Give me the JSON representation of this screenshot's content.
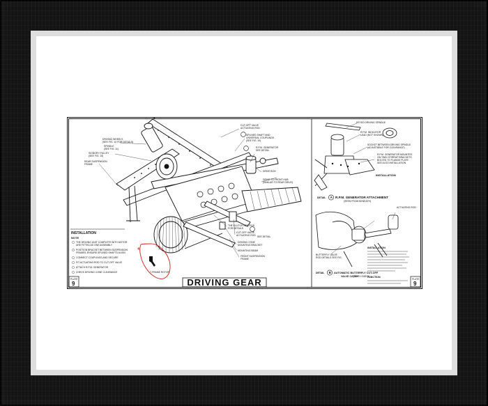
{
  "drawing": {
    "title": "DRIVING GEAR",
    "plate_number_left": "9",
    "plate_number_right": "9",
    "plate_label_left": "PLATE",
    "plate_label_right": "PLATE",
    "callouts_main": [
      "DRIVING WHEELS",
      "(SEE FIG. 10 FOR DETAILS)",
      "SPINDLE",
      "(SEE FIG. 11)",
      "SIGNORY PULLEY",
      "(SEE FIG. 10)",
      "REAR SUSPENSION",
      "FRAME",
      "CUT-OFF VALVE",
      "ACTUATING ROD",
      "SPLINED SHAFT AND",
      "UNIVERSAL COUPLINGS",
      "(SEE FIG. 10)",
      "R.P.M. GENERATOR",
      "SEE DETAIL",
      "DRIVE BOX",
      "DRIVE TO FRONT HUB",
      "(SIMILAR TO REAR DRIVE)",
      "THE CLUTCH SEE FIGS.",
      "FOR DETAILS",
      "CUT-OFF VALVE",
      "ACTUATING ROD",
      "SEE DETAIL",
      "DRIVING CONE",
      "MOUNTING BRACKET",
      "MOUNTING BEAM",
      "FRONT SUSPENSION",
      "FRAME"
    ],
    "detail_a_title": "R.P.M. GENERATOR ATTACHMENT",
    "detail_a_sub": "(SEEN FROM BENEATH)",
    "detail_a_label": "DETAIL",
    "detail_a_letter": "A",
    "detail_b_title": "AUTOMATIC BUTTERFLY CUT-OFF",
    "detail_b_sub": "VALVE CATCH",
    "detail_b_sub2": "(BOTH SIDES)",
    "detail_b_label": "DETAIL",
    "detail_b_letter": "B",
    "detail_callouts": [
      "KEYED DRIVING SPINDLE",
      "R.P.M. INDICATOR",
      "LEAD (NOT SHOWN)",
      "SOCKET BETWEEN DRIVING SPINDLE",
      "(ADJUSTABLE FOR CLEARANCE)",
      "R.P.M. GENERATOR MOUNTED",
      "ON TWIN STIRRUP BRACKETS",
      "BOLTED TO FLANGE PLATE",
      "SEE ALSO INSTALLATION",
      "INSTALLATION",
      "ACTUATING ROD",
      "BUTTERFLY VALVE",
      "ROD DETAILS SEE FIG.",
      "INSTALLATION",
      "FUNCTION"
    ],
    "installation_heading": "INSTALLATION",
    "note_heading": "NOTE",
    "installation_notes": [
      "THE DRIVING UNIT COMPLETE WITH MOTOR",
      "ARE FITTED AS ONE ASSEMBLY",
      "POSITION BRACKET BETWEEN SUSPENSION",
      "FRAMES, ENSURE SPLINED SHAFTS ALIGN",
      "CONNECT COUPLINGS AND SECURE",
      "FIT ACTUATING ROD TO CUT-OFF VALVE",
      "ATTACH R.P.M. GENERATOR",
      "CHECK DRIVING CONE CLEARANCE"
    ],
    "annotation_label": "T-FRAME ROTOR"
  },
  "colors": {
    "frame": "#141414",
    "mat": "#ffffff",
    "ink": "#111111",
    "annotation": "#d81a1a"
  }
}
